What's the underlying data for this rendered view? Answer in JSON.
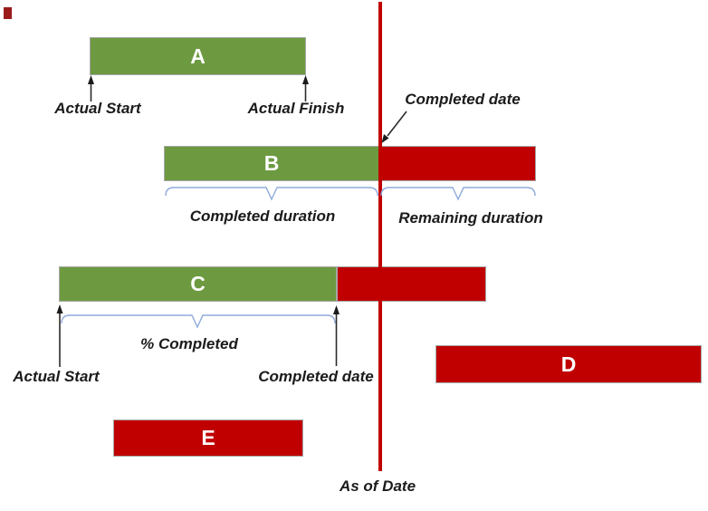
{
  "diagram": {
    "kind": "gantt-progress-legend",
    "as_of_date_label": "As of Date"
  },
  "bars": {
    "a": {
      "label": "A",
      "segments": [
        "completed"
      ]
    },
    "b": {
      "label": "B",
      "segments": [
        "completed",
        "remaining"
      ]
    },
    "c": {
      "label": "C",
      "segments": [
        "completed",
        "remaining"
      ]
    },
    "d": {
      "label": "D",
      "segments": [
        "remaining"
      ]
    },
    "e": {
      "label": "E",
      "segments": [
        "remaining"
      ]
    }
  },
  "labels": {
    "actual_start_a": "Actual Start",
    "actual_finish_a": "Actual Finish",
    "completed_date_b": "Completed date",
    "completed_duration": "Completed duration",
    "remaining_duration": "Remaining duration",
    "pct_completed": "% Completed",
    "actual_start_c": "Actual Start",
    "completed_date_c": "Completed date",
    "as_of_date": "As of Date"
  },
  "colors": {
    "completed_green": "#6d9a41",
    "remaining_red": "#c00000",
    "as_of_line_red": "#c00000",
    "brace_blue": "#8faadc",
    "bar_border_gray": "#a6a6a6",
    "annotation_text": "#1b1b1b",
    "bar_label_text": "#ffffff",
    "corner_square_maroon": "#9b1b1b"
  }
}
